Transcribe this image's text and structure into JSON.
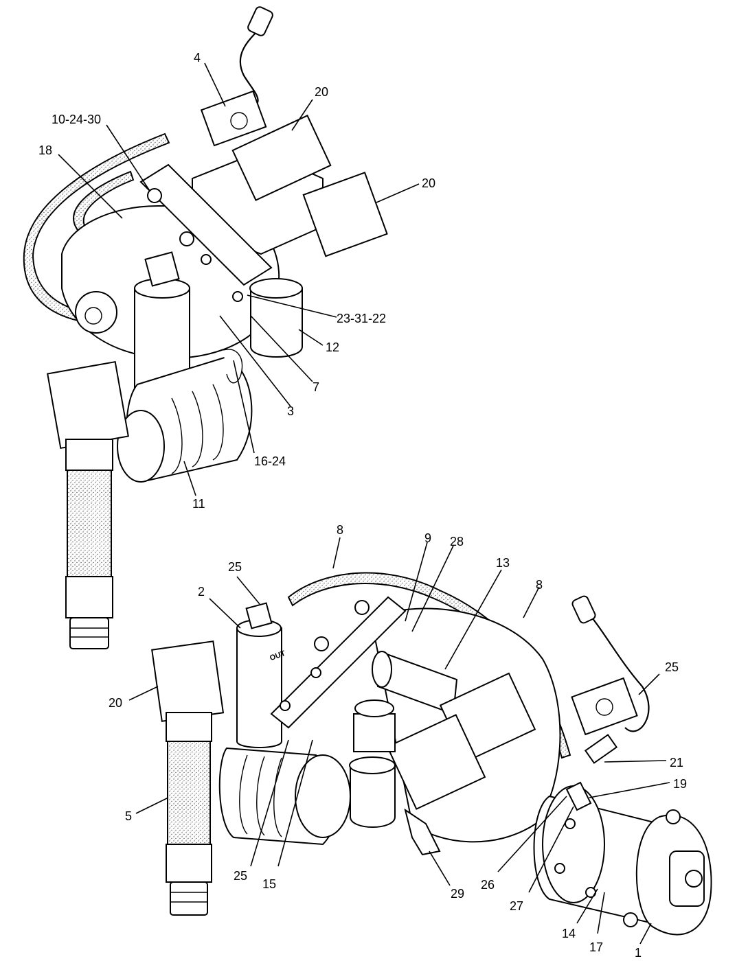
{
  "callouts": {
    "c4": "4",
    "c20a": "20",
    "c10_24_30": "10-24-30",
    "c18": "18",
    "c20b": "20",
    "c23_31_22": "23-31-22",
    "c12": "12",
    "c7": "7",
    "c3": "3",
    "c16_24": "16-24",
    "c11": "11",
    "c8a": "8",
    "c9": "9",
    "c28": "28",
    "c13": "13",
    "c8b": "8",
    "c25a": "25",
    "c2": "2",
    "c25b": "25",
    "c20c": "20",
    "c21": "21",
    "c19": "19",
    "c5": "5",
    "c25c": "25",
    "c15": "15",
    "c29": "29",
    "c26": "26",
    "c27": "27",
    "c14": "14",
    "c17": "17",
    "c1": "1"
  },
  "markings": {
    "out_stamp": "OUT"
  }
}
